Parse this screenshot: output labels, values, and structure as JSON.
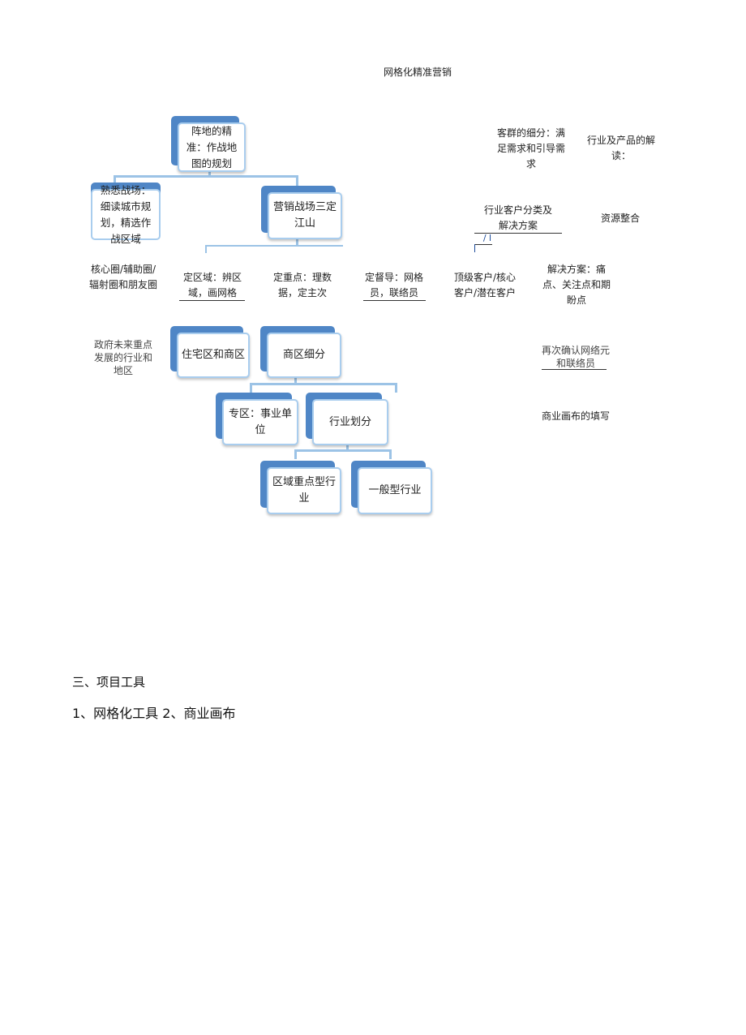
{
  "title": "网格化精准营销",
  "boxes": {
    "zhendi": "阵地的精准：作战地图的规划",
    "shuxi": "熟悉战场：细读城市规划，精选作战区域",
    "yingxiao": "营销战场三定江山",
    "zhuzhai": "住宅区和商区",
    "shangqu": "商区细分",
    "zhuanqu": "专区：事业单位",
    "hangye": "行业划分",
    "quyu": "区域重点型行业",
    "yiban": "一般型行业"
  },
  "labels": {
    "kequn": "客群的细分：满足需求和引导需求",
    "jiedu": "行业及产品的解读：",
    "fenlei": "行业客户分类及解决方案",
    "ziyuan": "资源整合",
    "mark": "/ l",
    "hexin": "核心圈/辅助圈/辐射圈和朋友圈",
    "dingquyu": "定区域：辨区域，画网格",
    "dingzhongdian": "定重点：理数据，定主次",
    "dingdudao": "定督导：网格员，联络员",
    "dingji": "顶级客户/核心客户/潜在客户",
    "jiejue": "解决方案：痛点、关注点和期盼点",
    "zhengfu": "政府未来重点发展的行业和地区",
    "zaici": "再次确认网络元和联络员",
    "huabu": "商业画布的填写"
  },
  "section": {
    "heading": "三、项目工具",
    "tools": "1、网格化工具 2、商业画布"
  }
}
